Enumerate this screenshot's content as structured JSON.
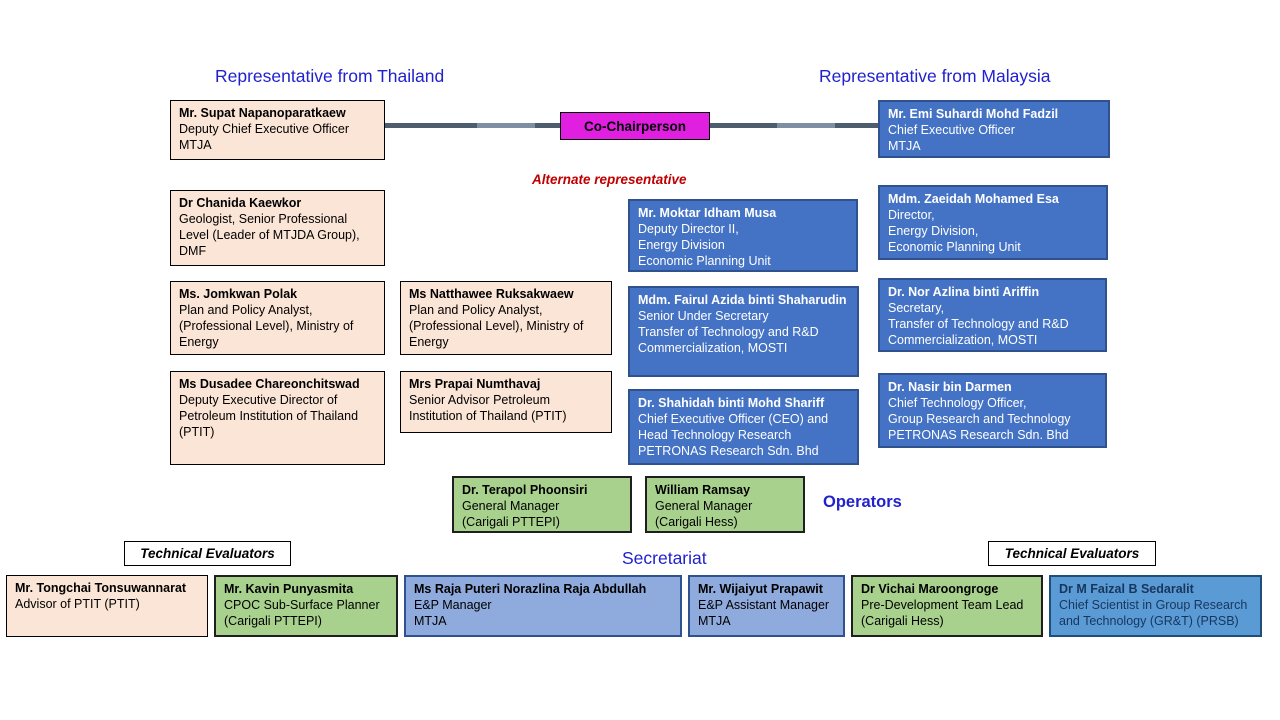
{
  "headings": {
    "thailand": "Representative from Thailand",
    "malaysia": "Representative from Malaysia",
    "alternate": "Alternate representative",
    "cochair": "Co-Chairperson",
    "operators": "Operators",
    "secretariat": "Secretariat",
    "technical_evaluators_left": "Technical Evaluators",
    "technical_evaluators_right": "Technical Evaluators"
  },
  "colors": {
    "heading_blue": "#2121CE",
    "alternate_red": "#C00000",
    "cochair_magenta": "#E01FE0",
    "peach_box": "#FBE5D6",
    "dark_blue_box": "#4472C4",
    "light_blue_box": "#8FAADC",
    "medium_blue_box": "#5B9BD5",
    "green_box": "#A9D18E",
    "connector_gray": "#4d5d6e"
  },
  "boxes": {
    "supat": {
      "name": "Mr. Supat Napanoparatkaew",
      "lines": [
        "Deputy Chief Executive Officer",
        "MTJA"
      ]
    },
    "emi": {
      "name": "Mr. Emi Suhardi Mohd Fadzil",
      "lines": [
        "Chief Executive Officer",
        "MTJA"
      ]
    },
    "chanida": {
      "name": "Dr Chanida Kaewkor",
      "lines": [
        "Geologist, Senior Professional Level (Leader of MTJDA Group), DMF"
      ]
    },
    "jomkwan": {
      "name": "Ms. Jomkwan Polak",
      "lines": [
        "Plan and Policy Analyst, (Professional Level), Ministry of Energy"
      ]
    },
    "natthawee": {
      "name": "Ms Natthawee Ruksakwaew",
      "lines": [
        "Plan and Policy Analyst, (Professional Level), Ministry of Energy"
      ]
    },
    "dusadee": {
      "name": "Ms Dusadee Chareonchitswad",
      "lines": [
        "Deputy Executive Director of Petroleum Institution of Thailand (PTIT)"
      ]
    },
    "prapai": {
      "name": "Mrs Prapai Numthavaj",
      "lines": [
        "Senior Advisor Petroleum Institution of Thailand (PTIT)"
      ]
    },
    "moktar": {
      "name": "Mr. Moktar Idham Musa",
      "lines": [
        "Deputy Director II,",
        "Energy Division",
        "Economic Planning Unit"
      ]
    },
    "fairul": {
      "name": "Mdm. Fairul Azida binti Shaharudin",
      "lines": [
        "Senior Under Secretary",
        "Transfer of Technology and R&D Commercialization, MOSTI"
      ]
    },
    "shahidah": {
      "name": "Dr. Shahidah binti Mohd Shariff",
      "lines": [
        "Chief Executive Officer (CEO) and Head Technology Research",
        "PETRONAS Research Sdn. Bhd"
      ]
    },
    "zaeidah": {
      "name": "Mdm. Zaeidah Mohamed Esa",
      "lines": [
        "Director,",
        "Energy Division,",
        "Economic Planning Unit"
      ]
    },
    "norazlina": {
      "name": "Dr. Nor Azlina binti Ariffin",
      "lines": [
        "Secretary,",
        "Transfer of Technology and R&D Commercialization, MOSTI"
      ]
    },
    "nasir": {
      "name": "Dr. Nasir bin Darmen",
      "lines": [
        "Chief Technology Officer,",
        "Group Research and Technology",
        "PETRONAS Research Sdn. Bhd"
      ]
    },
    "terapol": {
      "name": "Dr. Terapol Phoonsiri",
      "lines": [
        "General Manager",
        "(Carigali PTTEPI)"
      ]
    },
    "ramsay": {
      "name": "William Ramsay",
      "lines": [
        "General Manager",
        "(Carigali Hess)"
      ]
    },
    "tongchai": {
      "name": "Mr. Tongchai Tonsuwannarat",
      "lines": [
        "Advisor of PTIT (PTIT)"
      ]
    },
    "kavin": {
      "name": "Mr. Kavin Punyasmita",
      "lines": [
        "CPOC Sub-Surface Planner",
        "(Carigali PTTEPI)"
      ]
    },
    "raja": {
      "name": "Ms Raja Puteri Norazlina Raja Abdullah",
      "lines": [
        "E&P Manager",
        "MTJA"
      ]
    },
    "wijaiyut": {
      "name": "Mr. Wijaiyut Prapawit",
      "lines": [
        "E&P Assistant Manager",
        "MTJA"
      ]
    },
    "vichai": {
      "name": "Dr Vichai Maroongroge",
      "lines": [
        "Pre-Development Team Lead",
        "(Carigali Hess)"
      ]
    },
    "faizal": {
      "name": "Dr M Faizal B Sedaralit",
      "lines": [
        "Chief Scientist in Group Research and Technology (GR&T) (PRSB)"
      ]
    }
  }
}
